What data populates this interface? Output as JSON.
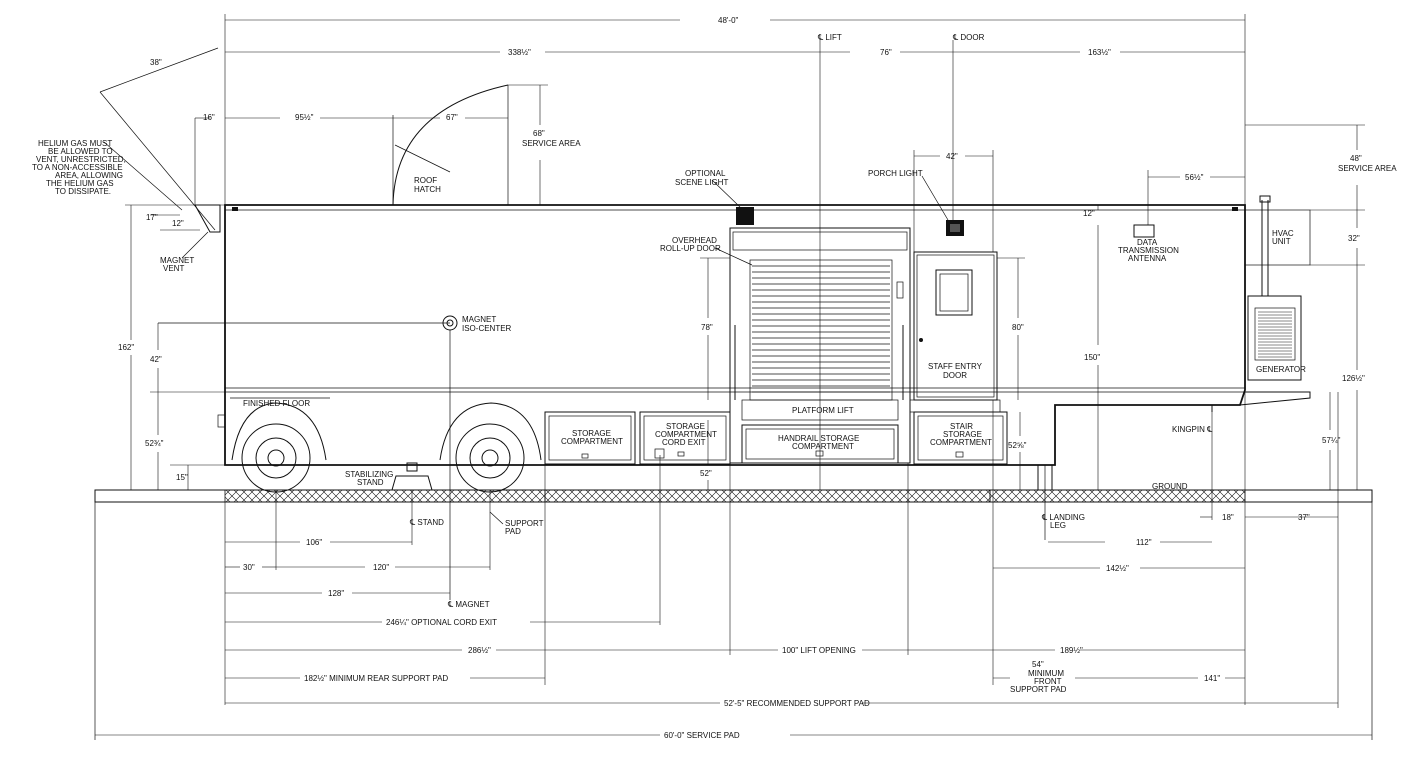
{
  "dims": {
    "overall": "48'-0\"",
    "d338": "338½\"",
    "d76": "76\"",
    "d163": "163½\"",
    "d38": "38\"",
    "d16": "16\"",
    "d95": "95½\"",
    "d67": "67\"",
    "d68": "68\"",
    "service_area": "SERVICE AREA",
    "d42top": "42\"",
    "d56": "56½\"",
    "d48": "48\"",
    "d12top": "12\"",
    "d32": "32\"",
    "d17": "17\"",
    "d12": "12\"",
    "d162": "162\"",
    "d42": "42\"",
    "d52_3_4": "52¾\"",
    "d15": "15\"",
    "d78": "78\"",
    "d80": "80\"",
    "d150": "150\"",
    "d126": "126½\"",
    "d57": "57¼\"",
    "d52_5_8": "52⅝\"",
    "d52": "52\"",
    "d106": "106\"",
    "d30": "30\"",
    "d120": "120\"",
    "d128": "128\"",
    "d246": "246¼\" OPTIONAL CORD EXIT",
    "d286": "286½\"",
    "d100": "100\" LIFT OPENING",
    "d189": "189½\"",
    "d182": "182½\" MINIMUM REAR SUPPORT PAD",
    "d54": "54\"",
    "d54_sub": "MINIMUM FRONT SUPPORT PAD",
    "d141": "141\"",
    "d112": "112\"",
    "d142": "142½\"",
    "d18": "18\"",
    "d37": "37\"",
    "d52_5": "52'-5\" RECOMMENDED SUPPORT PAD",
    "d60": "60'-0\" SERVICE PAD"
  },
  "labels": {
    "cl_lift": "℄ LIFT",
    "cl_door": "℄ DOOR",
    "helium_note": [
      "HELIUM GAS MUST",
      "BE ALLOWED TO",
      "VENT, UNRESTRICTED,",
      "TO A NON-ACCESSIBLE",
      "AREA, ALLOWING",
      "THE HELIUM GAS",
      "TO DISSIPATE."
    ],
    "magnet_vent": [
      "MAGNET",
      "VENT"
    ],
    "roof_hatch": [
      "ROOF",
      "HATCH"
    ],
    "scene_light": [
      "OPTIONAL",
      "SCENE LIGHT"
    ],
    "porch_light": "PORCH LIGHT",
    "overhead_door": [
      "OVERHEAD",
      "ROLL-UP DOOR"
    ],
    "data_antenna": [
      "DATA",
      "TRANSMISSION",
      "ANTENNA"
    ],
    "hvac": [
      "HVAC",
      "UNIT"
    ],
    "magnet_iso": [
      "MAGNET",
      "ISO-CENTER"
    ],
    "staff_door": [
      "STAFF ENTRY",
      "DOOR"
    ],
    "generator": "GENERATOR",
    "finished_floor": "FINISHED FLOOR",
    "platform_lift": "PLATFORM LIFT",
    "storage1": [
      "STORAGE",
      "COMPARTMENT"
    ],
    "storage2": [
      "STORAGE",
      "COMPARTMENT",
      "CORD EXIT"
    ],
    "handrail": [
      "HANDRAIL STORAGE",
      "COMPARTMENT"
    ],
    "stair": [
      "STAIR",
      "STORAGE",
      "COMPARTMENT"
    ],
    "kingpin": "KINGPIN ℄",
    "stabilizing": [
      "STABILIZING",
      "STAND"
    ],
    "ground": "GROUND",
    "cl_stand": "℄ STAND",
    "support_pad": [
      "SUPPORT",
      "PAD"
    ],
    "landing_leg": [
      "℄ LANDING",
      "LEG"
    ],
    "cl_magnet": "℄ MAGNET"
  }
}
